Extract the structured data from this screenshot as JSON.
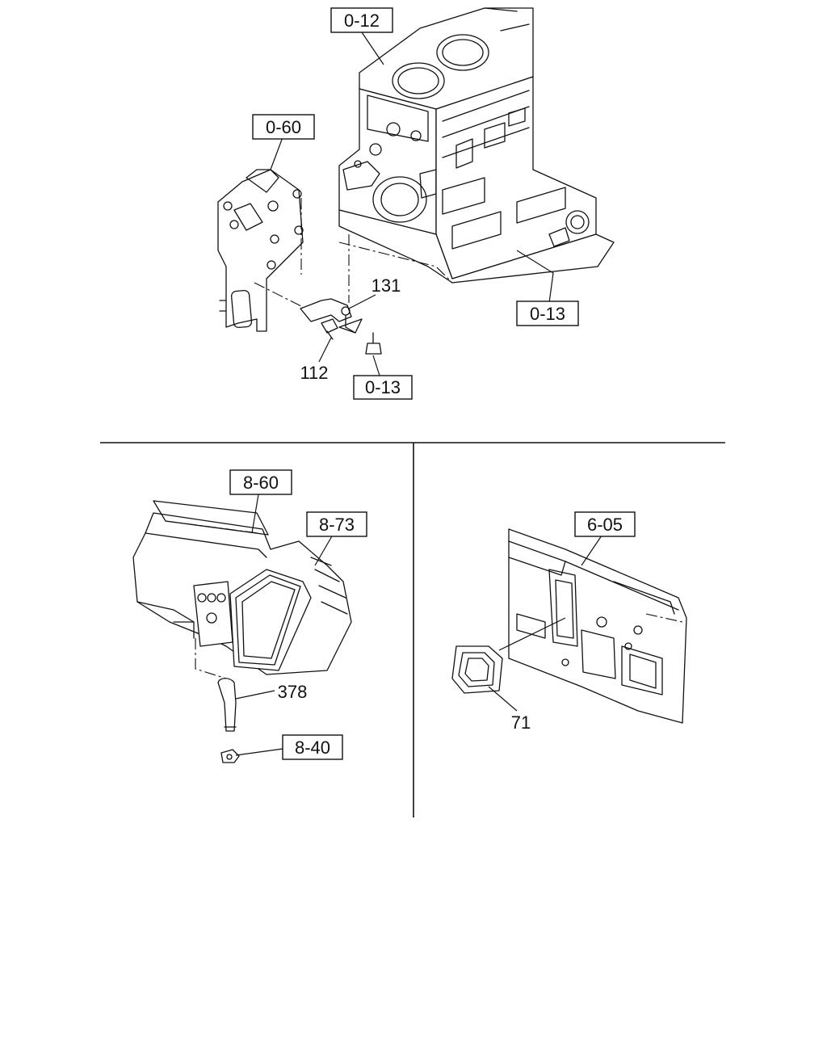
{
  "diagram": {
    "top_section": {
      "ref_engine_block": "0-12",
      "ref_bracket_assembly": "0-60",
      "ref_oil_pan": "0-13",
      "ref_bolt_group": "0-13",
      "part_clamp": "131",
      "part_bolt": "112"
    },
    "bottom_left_section": {
      "ref_heater_cover": "8-60",
      "ref_heater_unit": "8-73",
      "ref_nut": "8-40",
      "part_drain_hose": "378"
    },
    "bottom_right_section": {
      "ref_dash_panel": "6-05",
      "part_seal": "71"
    }
  }
}
